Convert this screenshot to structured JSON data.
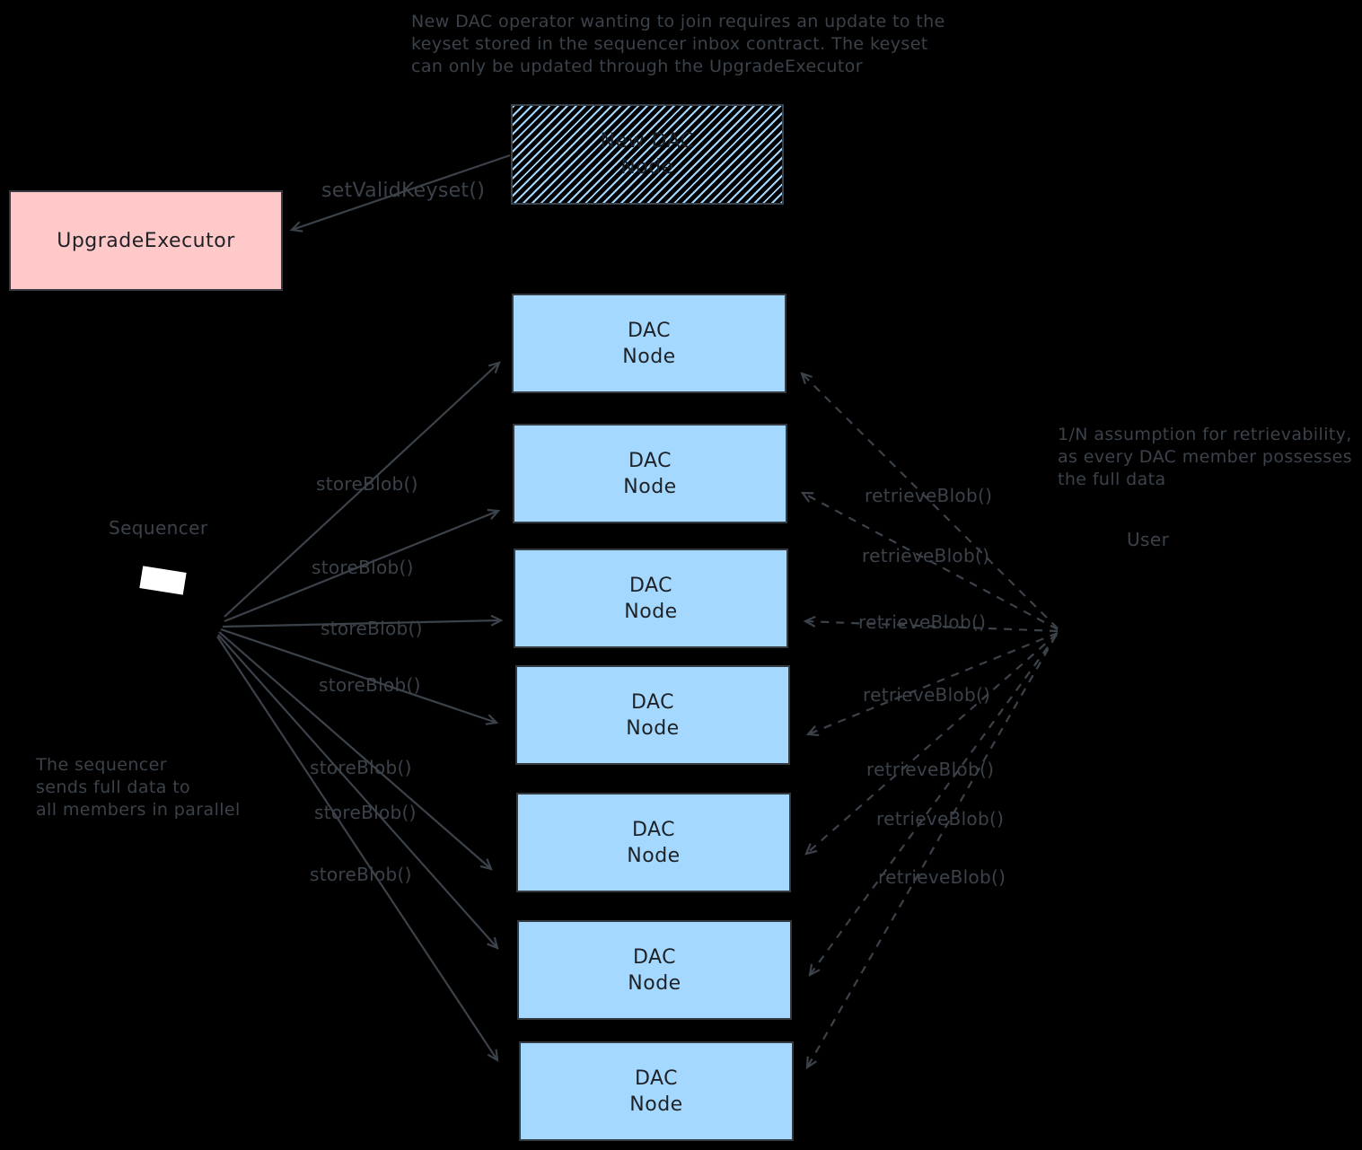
{
  "colors": {
    "background": "#000000",
    "stroke": "#3b424a",
    "dac_node_fill": "#a5d8ff",
    "upgrade_executor_fill": "#ffc9c9",
    "hatch_stripe": "#a5d8ff",
    "sequencer_icon": "#ffffff"
  },
  "notes": {
    "top": [
      "New DAC operator wanting to join requires an update to the",
      "keyset stored in the sequencer inbox contract. The keyset",
      "can only be updated through the UpgradeExecutor"
    ],
    "left": [
      "The sequencer",
      "sends full data to",
      "all members in parallel"
    ],
    "right": [
      "1/N assumption for retrievability,",
      "as every DAC member possesses",
      "the full data"
    ]
  },
  "nodes": {
    "upgrade_executor": "UpgradeExecutor",
    "new_dac_node_line1": "New DAC",
    "new_dac_node_line2": "Node",
    "dac_line1": "DAC",
    "dac_line2": "Node",
    "sequencer": "Sequencer",
    "user": "User"
  },
  "edge_labels": {
    "set_valid_keyset": "setValidKeyset()",
    "store_blob": "storeBlob()",
    "retrieve_blob": "retrieveBlob()"
  },
  "dac_node_count": 7
}
